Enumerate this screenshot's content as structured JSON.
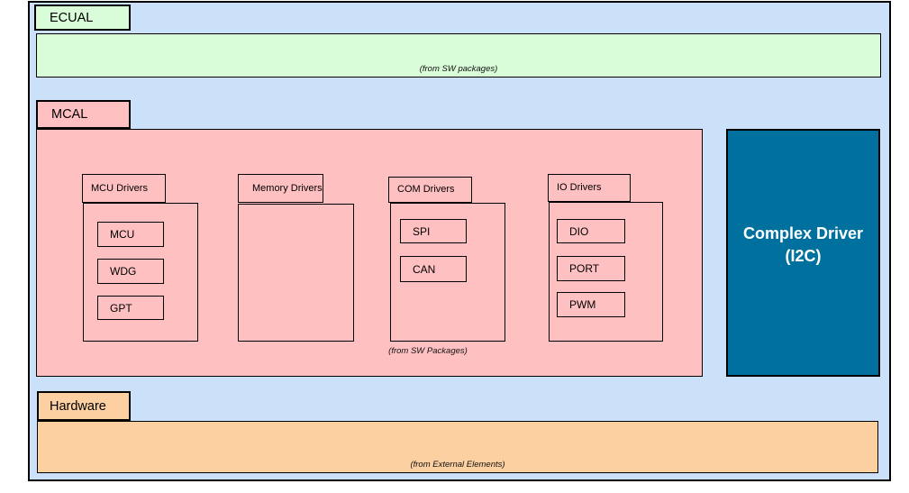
{
  "diagram": {
    "colors": {
      "page_bg": "#cbe0f9",
      "ecual_fill": "#d9fdd8",
      "mcal_fill": "#ffc0c1",
      "hardware_fill": "#fcd0a1",
      "complex_fill": "#00719e",
      "complex_text": "#ffffff",
      "border": "#000000"
    },
    "ecual": {
      "label": "ECUAL",
      "note": "(from SW packages)"
    },
    "mcal": {
      "label": "MCAL",
      "note": "(from SW Packages)",
      "packages": [
        {
          "label": "MCU Drivers",
          "items": [
            "MCU",
            "WDG",
            "GPT"
          ]
        },
        {
          "label": "Memory Drivers",
          "items": []
        },
        {
          "label": "COM Drivers",
          "items": [
            "SPI",
            "CAN"
          ]
        },
        {
          "label": "IO Drivers",
          "items": [
            "DIO",
            "PORT",
            "PWM"
          ]
        }
      ]
    },
    "complex_driver": {
      "line1": "Complex Driver",
      "line2": "(I2C)"
    },
    "hardware": {
      "label": "Hardware",
      "note": "(from External Elements)"
    }
  }
}
